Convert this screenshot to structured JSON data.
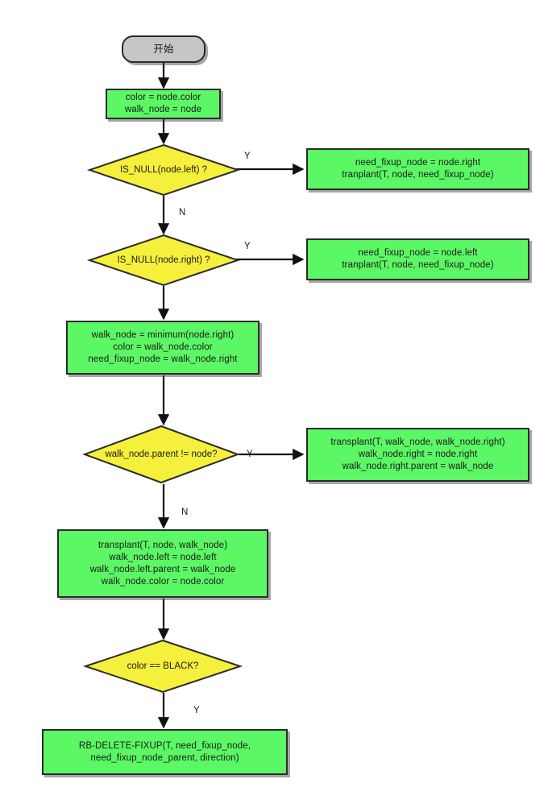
{
  "diagram": {
    "title": "RB-DELETE flowchart",
    "colors": {
      "process_fill": "#5BF765",
      "decision_fill": "#F5F03C",
      "terminator_fill": "#C6C6C6",
      "stroke": "#2b2b2b",
      "background": "#ffffff"
    }
  },
  "nodes": {
    "start": {
      "label": "开始",
      "shape": "terminator"
    },
    "init": {
      "line1": "color = node.color",
      "line2": "walk_node = node",
      "shape": "process"
    },
    "decision_left_null": {
      "label": "IS_NULL(node.left) ?",
      "shape": "decision"
    },
    "proc_left_null": {
      "line1": "need_fixup_node = node.right",
      "line2": "tranplant(T, node, need_fixup_node)",
      "shape": "process"
    },
    "decision_right_null": {
      "label": "IS_NULL(node.right) ?",
      "shape": "decision"
    },
    "proc_right_null": {
      "line1": "need_fixup_node = node.left",
      "line2": "tranplant(T, node, need_fixup_node)",
      "shape": "process"
    },
    "proc_minimum": {
      "line1": "walk_node = minimum(node.right)",
      "line2": "color = walk_node.color",
      "line3": "need_fixup_node = walk_node.right",
      "shape": "process"
    },
    "decision_parent": {
      "label": "walk_node.parent != node?",
      "shape": "decision"
    },
    "proc_parent_yes": {
      "line1": "transplant(T, walk_node, walk_node.right)",
      "line2": "walk_node.right = node.right",
      "line3": "walk_node.right.parent = walk_node",
      "shape": "process"
    },
    "proc_transplant": {
      "line1": "transplant(T, node, walk_node)",
      "line2": "walk_node.left = node.left",
      "line3": "walk_node.left.parent = walk_node",
      "line4": "walk_node.color = node.color",
      "shape": "process"
    },
    "decision_black": {
      "label": "color == BLACK?",
      "shape": "decision"
    },
    "proc_fixup": {
      "line1": "RB-DELETE-FIXUP(T, need_fixup_node,",
      "line2": "need_fixup_node_parent, direction)",
      "shape": "process"
    }
  },
  "edge_labels": {
    "left_null_yes": "Y",
    "left_null_no": "N",
    "right_null_yes": "Y",
    "parent_yes": "Y",
    "parent_no": "N",
    "black_yes": "Y"
  }
}
